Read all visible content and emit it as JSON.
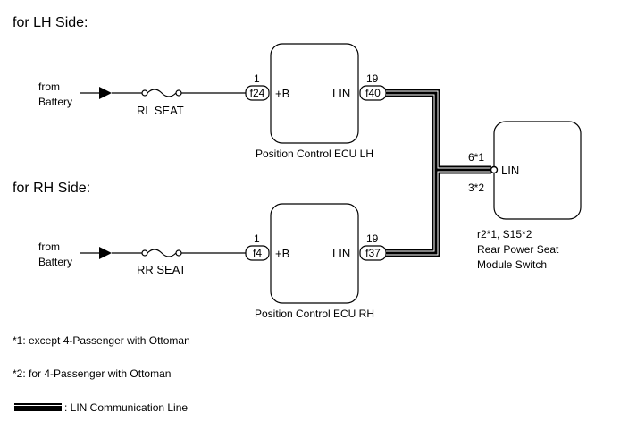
{
  "sections": {
    "lh_heading": "for LH Side:",
    "rh_heading": "for RH Side:"
  },
  "lh": {
    "source_line1": "from",
    "source_line2": "Battery",
    "fuse": "RL SEAT",
    "pin_power": "1",
    "connector_power": "f24",
    "power_label": "+B",
    "lin_label": "LIN",
    "pin_lin": "19",
    "connector_lin": "f40",
    "ecu_name": "Position Control ECU LH"
  },
  "rh": {
    "source_line1": "from",
    "source_line2": "Battery",
    "fuse": "RR SEAT",
    "pin_power": "1",
    "connector_power": "f4",
    "power_label": "+B",
    "lin_label": "LIN",
    "pin_lin": "19",
    "connector_lin": "f37",
    "ecu_name": "Position Control ECU RH"
  },
  "switch_module": {
    "pin1": "6*1",
    "pin2": "3*2",
    "lin_label": "LIN",
    "connector_line": "r2*1, S15*2",
    "name_line1": "Rear Power Seat",
    "name_line2": "Module Switch"
  },
  "notes": {
    "note1": "*1: except 4-Passenger with Ottoman",
    "note2": "*2: for 4-Passenger with Ottoman",
    "legend_label": ": LIN Communication Line"
  }
}
